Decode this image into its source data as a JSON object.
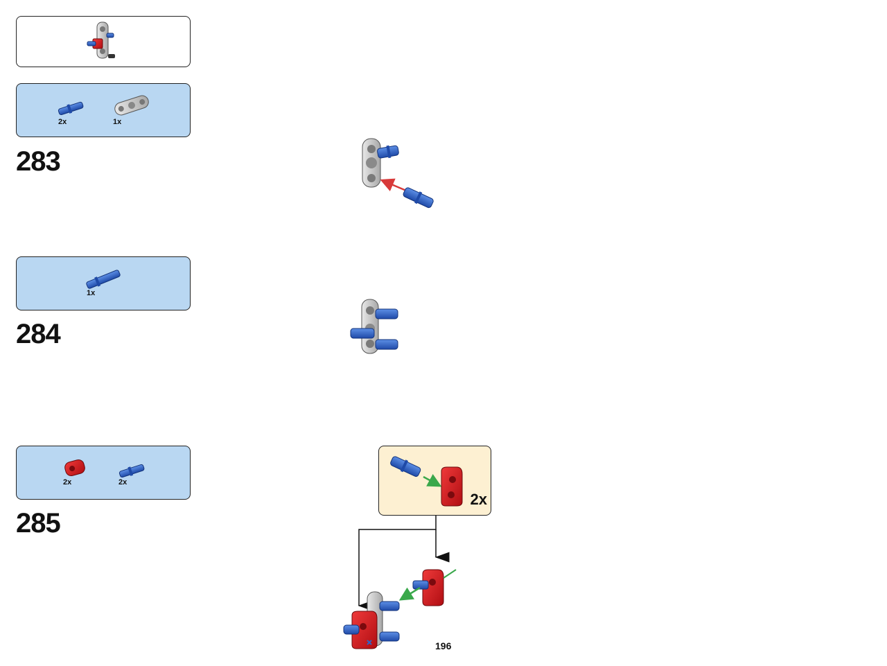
{
  "steps": [
    {
      "number": "283",
      "parts": [
        {
          "icon": "blue-axle-pin-icon",
          "qty": "2x"
        },
        {
          "icon": "grey-beam-connector-icon",
          "qty": "1x"
        }
      ]
    },
    {
      "number": "284",
      "parts": [
        {
          "icon": "blue-long-pin-icon",
          "qty": "1x"
        }
      ]
    },
    {
      "number": "285",
      "parts": [
        {
          "icon": "red-cross-block-icon",
          "qty": "2x"
        },
        {
          "icon": "blue-axle-pin-icon",
          "qty": "2x"
        }
      ],
      "sub_step": {
        "qty": "2x"
      }
    }
  ],
  "page_number": "196",
  "colors": {
    "parts_background": "#b9d7f2",
    "sub_step_background": "#fdf0d2",
    "blue_part": "#2f63c6",
    "grey_part": "#c9c9c9",
    "red_part": "#d9141b",
    "insert_arrow_red": "#d83a3a",
    "insert_arrow_green": "#3aa84b"
  }
}
